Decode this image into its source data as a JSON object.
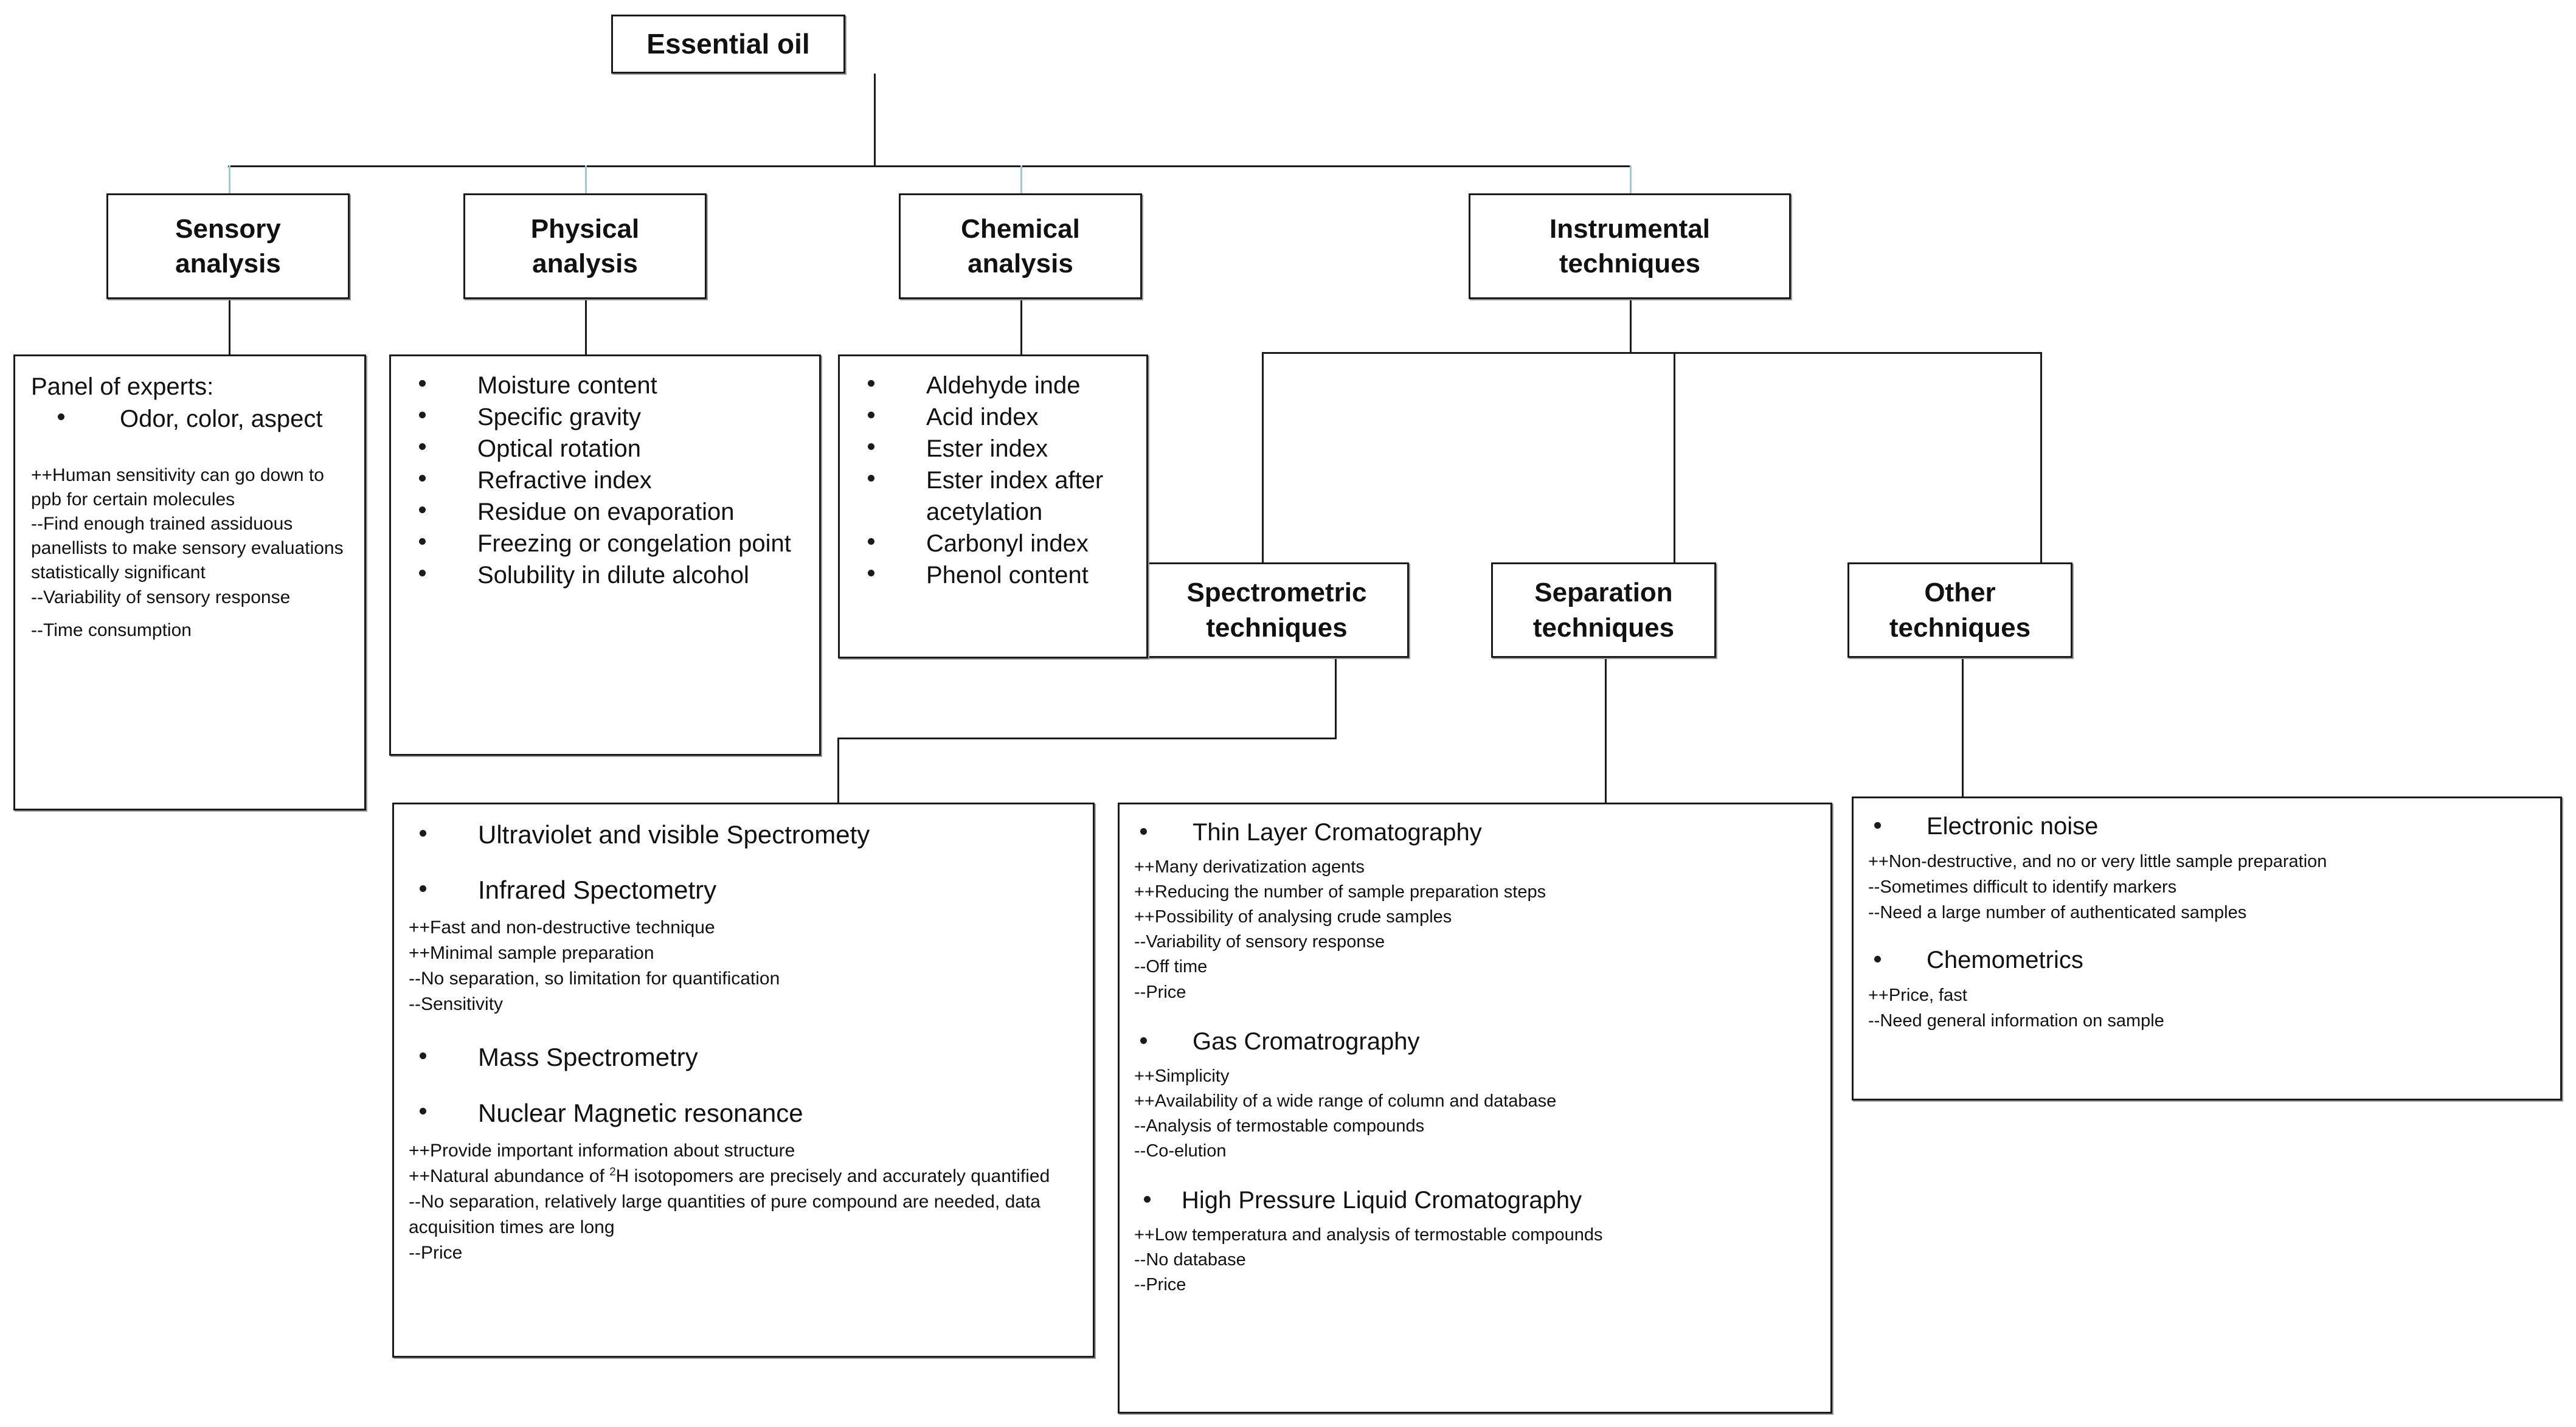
{
  "diagram": {
    "title_node": "Essential oil",
    "accent_connector_color": "#9ec9dd",
    "line_color": "#1b1b1b",
    "nodes": {
      "root": "Essential oil",
      "sensory": "Sensory\nanalysis",
      "physical": "Physical\nanalysis",
      "chemical": "Chemical\nanalysis",
      "instrumental": "Instrumental\ntechniques",
      "spectrometric": "Spectrometric\ntechniques",
      "separation": "Separation\ntechniques",
      "other": "Other\ntechniques"
    }
  },
  "sensory_panel": {
    "heading": "Panel of experts:",
    "bullets": [
      "Odor, color, aspect"
    ],
    "notes": [
      "++Human sensitivity can go down to ppb for certain molecules",
      "--Find enough trained assiduous panellists to make sensory evaluations statistically significant",
      "--Variability of sensory response",
      "--Time consumption"
    ]
  },
  "physical_panel": {
    "bullets": [
      "Moisture content",
      "Specific gravity",
      "Optical rotation",
      "Refractive index",
      "Residue on evaporation",
      "Freezing or congelation point",
      "Solubility in dilute alcohol"
    ]
  },
  "chemical_panel": {
    "bullets": [
      "Aldehyde inde",
      "Acid index",
      "Ester index",
      "Ester index after acetylation",
      "Carbonyl index",
      "Phenol content"
    ]
  },
  "spectrometric_panel": {
    "items": [
      {
        "kind": "bullet",
        "text": "Ultraviolet and visible Spectromety"
      },
      {
        "kind": "bullet",
        "text": "Infrared Spectometry"
      },
      {
        "kind": "note",
        "text": "++Fast and non-destructive technique"
      },
      {
        "kind": "note",
        "text": "++Minimal sample preparation"
      },
      {
        "kind": "note",
        "text": "--No separation, so limitation for quantification"
      },
      {
        "kind": "note",
        "text": "--Sensitivity"
      },
      {
        "kind": "bullet",
        "text": "Mass Spectrometry"
      },
      {
        "kind": "bullet",
        "text": "Nuclear Magnetic resonance"
      },
      {
        "kind": "note",
        "text": "++Provide important information about structure"
      },
      {
        "kind": "note-sup",
        "pre": "++Natural abundance of ",
        "sup": "2",
        "post": "H isotopomers are precisely and accurately quantified"
      },
      {
        "kind": "note",
        "text": "--No separation, relatively large quantities of pure compound  are needed, data acquisition times are long"
      },
      {
        "kind": "note",
        "text": "--Price"
      }
    ]
  },
  "separation_panel": {
    "items": [
      {
        "kind": "bullet",
        "text": "Thin Layer Cromatography"
      },
      {
        "kind": "note",
        "text": "++Many derivatization agents"
      },
      {
        "kind": "note",
        "text": "++Reducing the number of sample preparation steps"
      },
      {
        "kind": "note",
        "text": "++Possibility of analysing crude samples"
      },
      {
        "kind": "note",
        "text": "--Variability of sensory response"
      },
      {
        "kind": "note",
        "text": "--Off time"
      },
      {
        "kind": "note",
        "text": "--Price"
      },
      {
        "kind": "bullet",
        "text": "Gas Cromatrography"
      },
      {
        "kind": "note",
        "text": "++Simplicity"
      },
      {
        "kind": "note",
        "text": "++Availability of a wide range of column and database"
      },
      {
        "kind": "note",
        "text": "--Analysis of termostable compounds"
      },
      {
        "kind": "note",
        "text": "--Co-elution"
      },
      {
        "kind": "bullet-wide",
        "text": "High Pressure Liquid Cromatography"
      },
      {
        "kind": "note",
        "text": "++Low temperatura  and analysis of termostable compounds"
      },
      {
        "kind": "note",
        "text": "--No database"
      },
      {
        "kind": "note",
        "text": "--Price"
      }
    ]
  },
  "other_panel": {
    "items": [
      {
        "kind": "bullet",
        "text": "Electronic noise"
      },
      {
        "kind": "note",
        "text": "++Non-destructive, and no or very little sample preparation"
      },
      {
        "kind": "note",
        "text": "--Sometimes difficult to identify markers"
      },
      {
        "kind": "note",
        "text": "--Need a large number of authenticated samples"
      },
      {
        "kind": "bullet",
        "text": "Chemometrics"
      },
      {
        "kind": "note",
        "text": "++Price, fast"
      },
      {
        "kind": "note",
        "text": "--Need general information on sample"
      }
    ]
  }
}
